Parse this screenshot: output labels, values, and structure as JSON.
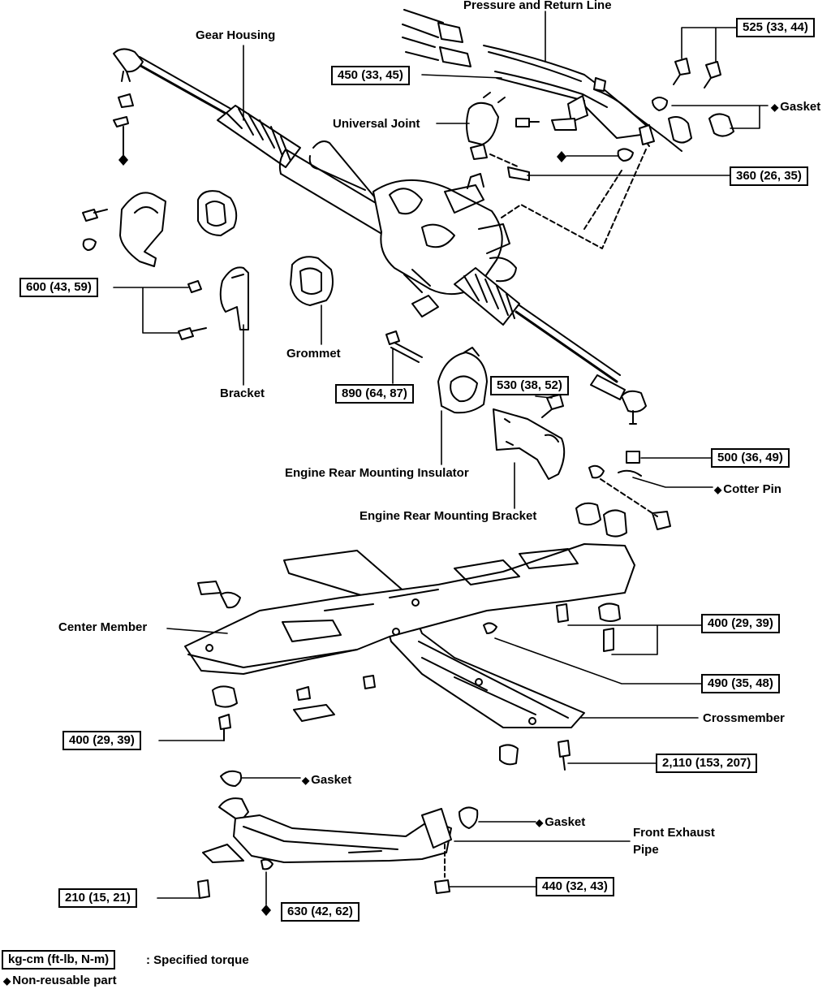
{
  "labels": {
    "pressure_return_line": "Pressure and Return Line",
    "gear_housing": "Gear Housing",
    "universal_joint": "Universal Joint",
    "gasket_top": "Gasket",
    "grommet": "Grommet",
    "bracket": "Bracket",
    "engine_rear_mounting_insulator": "Engine Rear Mounting Insulator",
    "engine_rear_mounting_bracket": "Engine Rear Mounting Bracket",
    "cotter_pin": "Cotter Pin",
    "center_member": "Center Member",
    "crossmember": "Crossmember",
    "gasket_mid": "Gasket",
    "gasket_low": "Gasket",
    "front_exhaust_pipe_l1": "Front Exhaust",
    "front_exhaust_pipe_l2": "Pipe"
  },
  "torques": {
    "t525": "525 (33, 44)",
    "t450": "450 (33, 45)",
    "t360": "360 (26, 35)",
    "t600": "600 (43, 59)",
    "t890": "890 (64, 87)",
    "t530": "530 (38, 52)",
    "t500": "500 (36, 49)",
    "t400a": "400 (29, 39)",
    "t490": "490 (35, 48)",
    "t400b": "400 (29, 39)",
    "t2110": "2,110 (153, 207)",
    "t440": "440 (32, 43)",
    "t210": "210 (15, 21)",
    "t630": "630 (42, 62)"
  },
  "legend": {
    "unit_box": "kg-cm (ft-lb, N-m)",
    "specified_torque": ": Specified torque",
    "non_reusable": "Non-reusable part"
  },
  "symbols": {
    "non_reusable_marker": "◆"
  }
}
